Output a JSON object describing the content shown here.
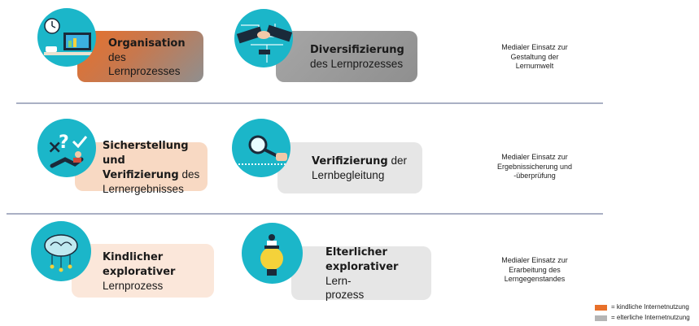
{
  "colors": {
    "orange_gradient_start": "#e8702a",
    "grey_dark": "#8f8f8f",
    "orange_light": "#f8d9c3",
    "orange_pale": "#fbe7da",
    "grey_light": "#e6e6e6",
    "icon_bg": "#1bb6c9",
    "divider": "#aab0c4"
  },
  "rows": [
    {
      "description": [
        "Medialer Einsatz zur",
        "Gestaltung der",
        "Lernumwelt"
      ],
      "left": {
        "icon": "office-desk-clock-icon",
        "bold": "Organisation",
        "rest": " des",
        "line2": "Lernprozesses"
      },
      "right": {
        "icon": "handshake-blueprint-icon",
        "bold": "Diversifizierung",
        "rest": "",
        "line2": "des Lernprozesses"
      }
    },
    {
      "description": [
        "Medialer Einsatz zur",
        "Ergebnissicherung und",
        "-überprüfung"
      ],
      "left": {
        "icon": "question-check-person-icon",
        "bold1": "Sicherstellung und",
        "bold2": "Verifizierung",
        "rest": " des",
        "line3": "Lernergebnisses"
      },
      "right": {
        "icon": "magnifier-hand-icon",
        "bold": "Verifizierung",
        "rest": " der",
        "line2": "Lernbegleitung"
      }
    },
    {
      "description": [
        "Medialer Einsatz zur",
        "Erarbeitung des",
        "Lerngegenstandes"
      ],
      "left": {
        "icon": "brain-network-icon",
        "bold1": "Kindlicher",
        "bold2": "explorativer",
        "line3": "Lernprozess"
      },
      "right": {
        "icon": "lightbulb-reader-icon",
        "bold1": "Elterlicher",
        "bold2": "explorativer",
        "rest": " Lern-",
        "line3": "prozess"
      }
    }
  ],
  "legend": [
    {
      "label": "= kindliche Internetnutzung",
      "color": "#e8702a"
    },
    {
      "label": "= elterliche Internetnutzung",
      "color": "#b5b5b5"
    }
  ]
}
